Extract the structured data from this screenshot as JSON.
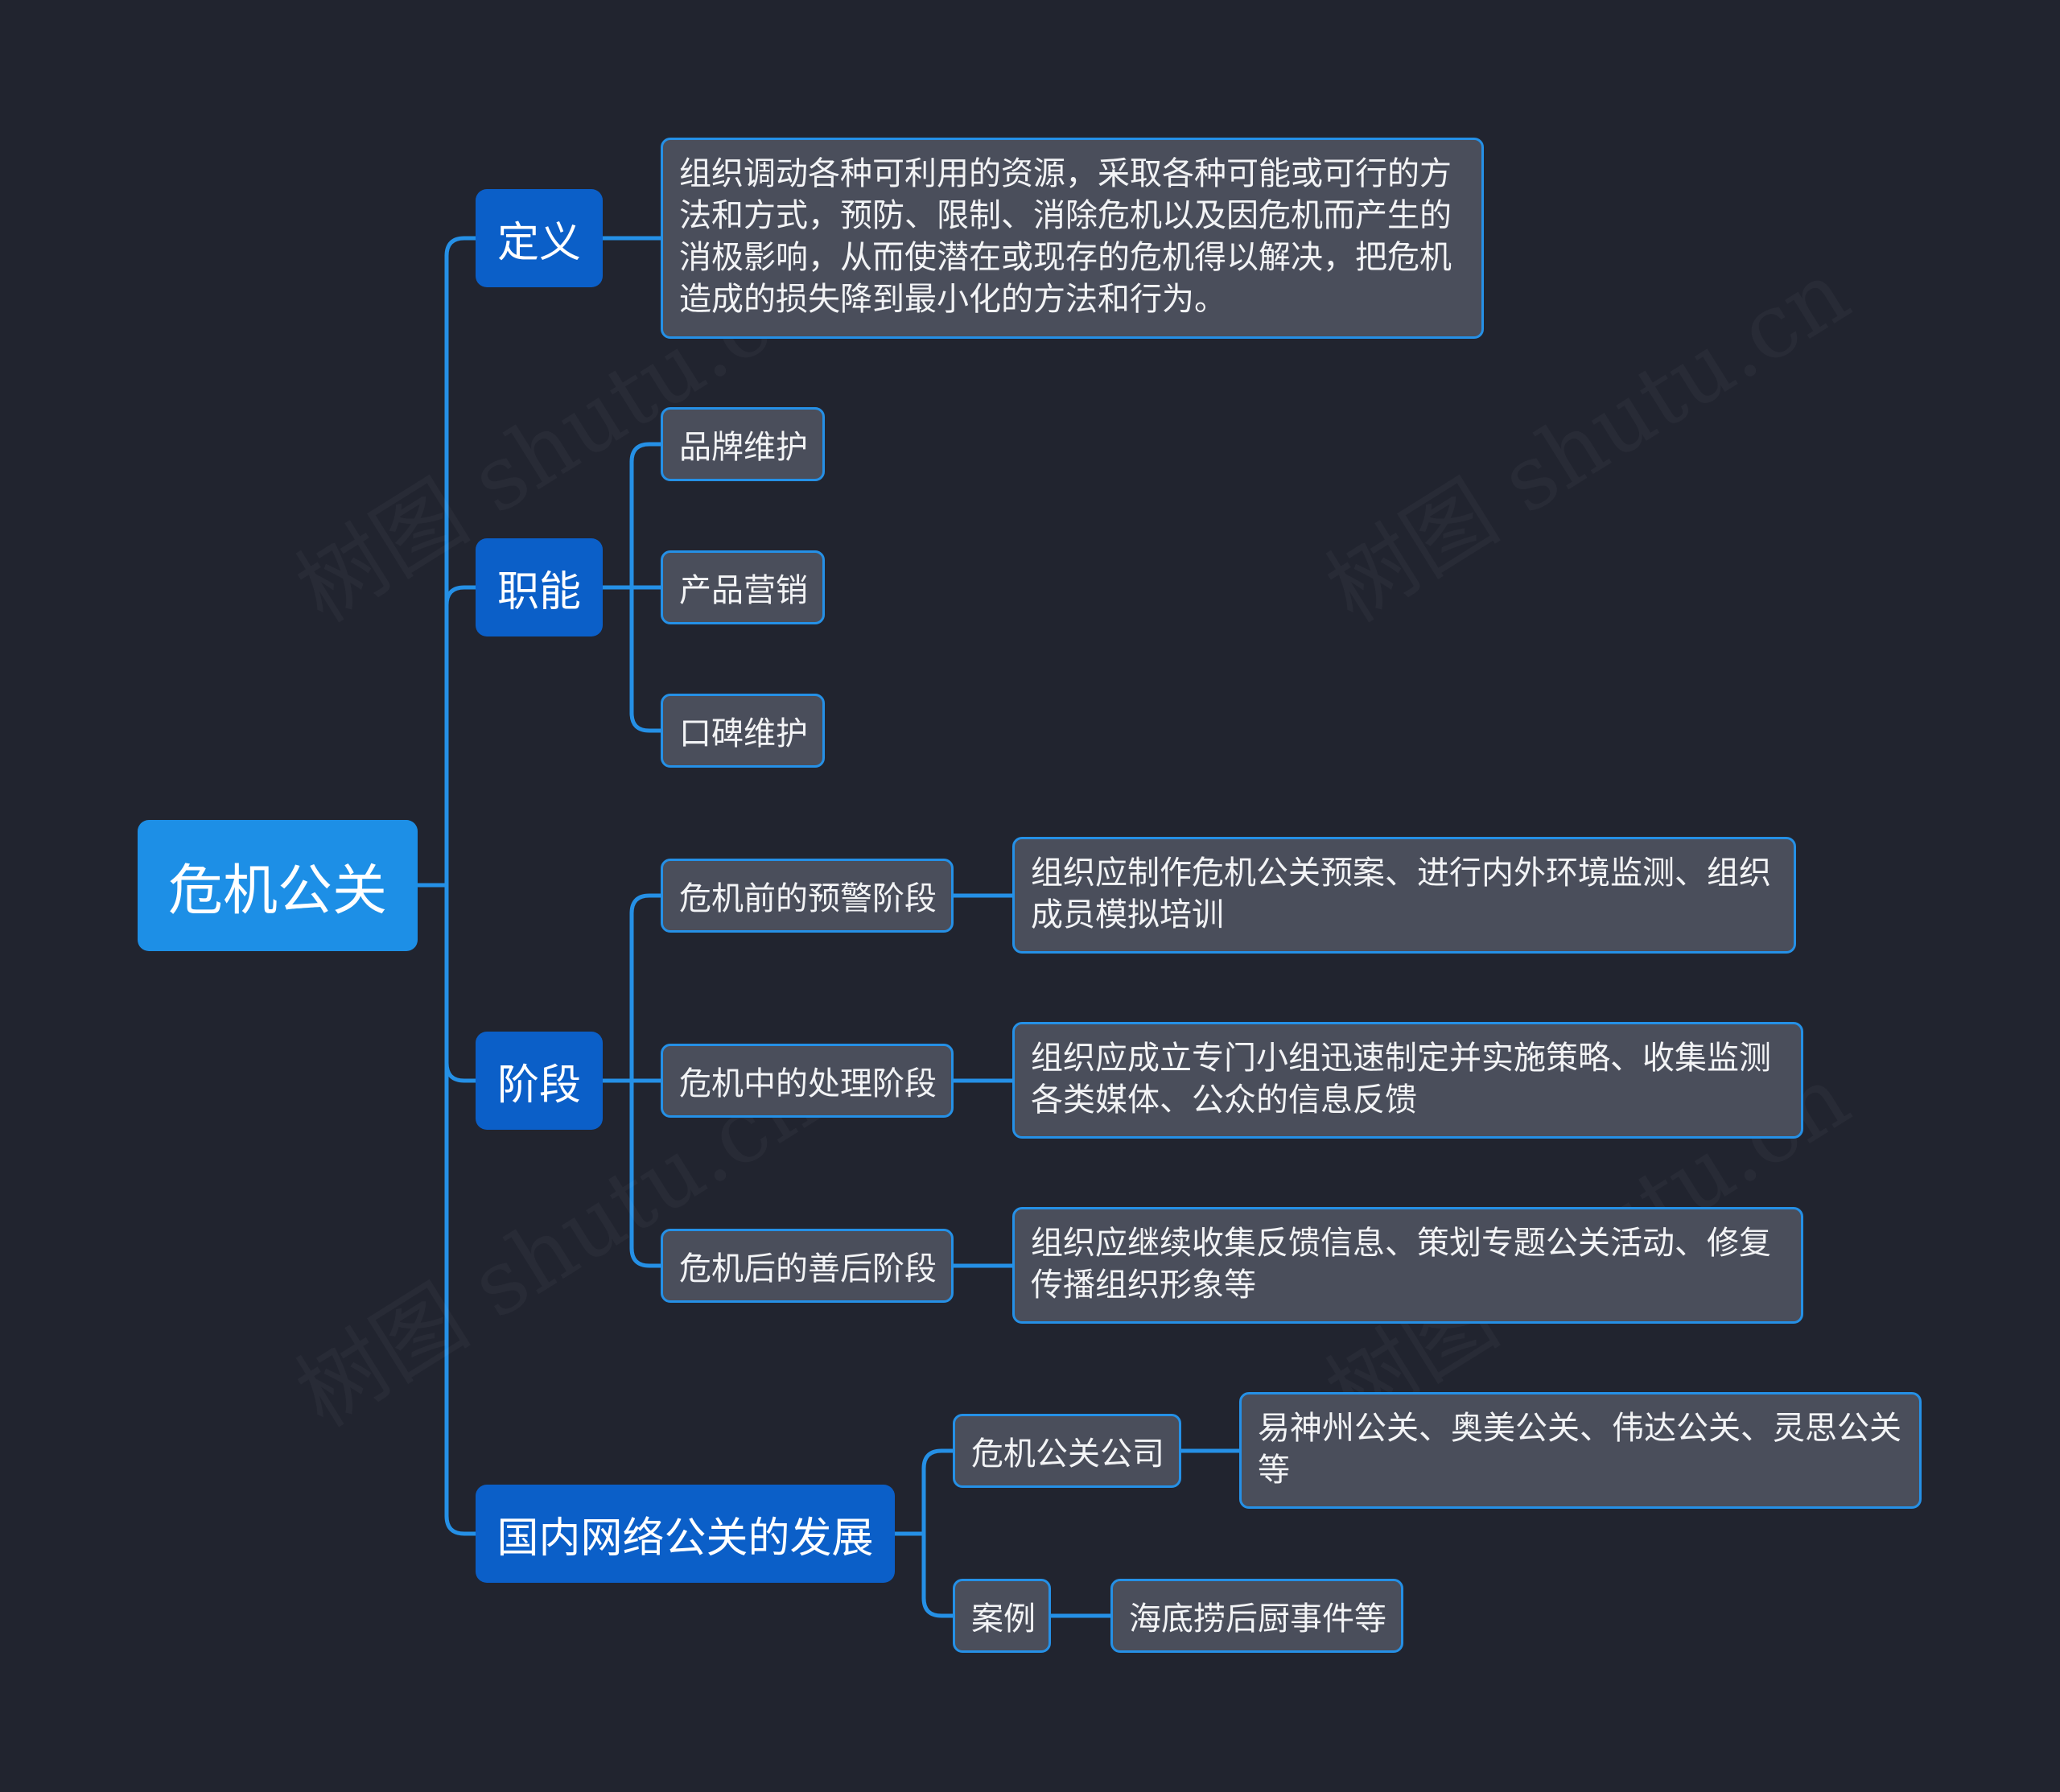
{
  "root": "危机公关",
  "watermark": "树图 shutu.cn",
  "colors": {
    "background": "#21242f",
    "root": "#1d8fe6",
    "branch": "#0b5fc8",
    "leaf": "#4a4e5b",
    "link": "#2590e6"
  },
  "definition": {
    "label": "定义",
    "text": "组织调动各种可利用的资源，采取各种可能或可行的方法和方式，预防、限制、消除危机以及因危机而产生的消极影响，从而使潜在或现存的危机得以解决，把危机造成的损失降到最小化的方法和行为。"
  },
  "functions": {
    "label": "职能",
    "items": [
      "品牌维护",
      "产品营销",
      "口碑维护"
    ]
  },
  "stages": {
    "label": "阶段",
    "items": [
      {
        "label": "危机前的预警阶段",
        "detail": "组织应制作危机公关预案、进行内外环境监测、组织成员模拟培训"
      },
      {
        "label": "危机中的处理阶段",
        "detail": "组织应成立专门小组迅速制定并实施策略、收集监测各类媒体、公众的信息反馈"
      },
      {
        "label": "危机后的善后阶段",
        "detail": "组织应继续收集反馈信息、策划专题公关活动、修复传播组织形象等"
      }
    ]
  },
  "development": {
    "label": "国内网络公关的发展",
    "items": [
      {
        "label": "危机公关公司",
        "detail": "易神州公关、奥美公关、伟达公关、灵思公关等"
      },
      {
        "label": "案例",
        "detail": "海底捞后厨事件等"
      }
    ]
  }
}
